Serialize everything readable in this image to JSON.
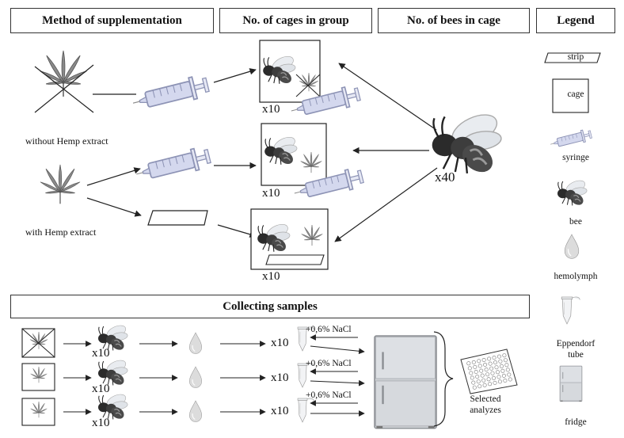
{
  "headers": {
    "method": "Method of supplementation",
    "cages": "No. of cages in group",
    "bees": "No. of bees in cage",
    "legend": "Legend",
    "collect": "Collecting samples"
  },
  "method": {
    "without": "without Hemp extract",
    "with": "with Hemp extract"
  },
  "cage_counts": [
    "x10",
    "x10",
    "x10"
  ],
  "bee_count": "x40",
  "collect": {
    "bee_counts": [
      "x10",
      "x10",
      "x10"
    ],
    "tube_counts": [
      "x10",
      "x10",
      "x10"
    ],
    "nacl": [
      "+0,6% NaCl",
      "+0,6% NaCl",
      "+0,6% NaCl"
    ],
    "analyzes_line1": "Selected",
    "analyzes_line2": "analyzes"
  },
  "legend": {
    "strip": "strip",
    "cage": "cage",
    "syringe": "syringe",
    "bee": "bee",
    "hemolymph": "hemolymph",
    "eppendorf_line1": "Eppendorf",
    "eppendorf_line2": "tube",
    "fridge": "fridge"
  },
  "colors": {
    "border": "#333333",
    "leaf": "#7a7a7a",
    "bee_body": "#3a3a3a",
    "syringe": "#c9cde6",
    "drop": "#d7d7d7"
  },
  "icons": [
    "hemp-leaf-icon",
    "crossed-hemp-leaf-icon",
    "syringe-icon",
    "bee-icon",
    "strip-icon",
    "cage-icon",
    "drop-icon",
    "eppendorf-tube-icon",
    "fridge-icon",
    "well-plate-icon"
  ]
}
